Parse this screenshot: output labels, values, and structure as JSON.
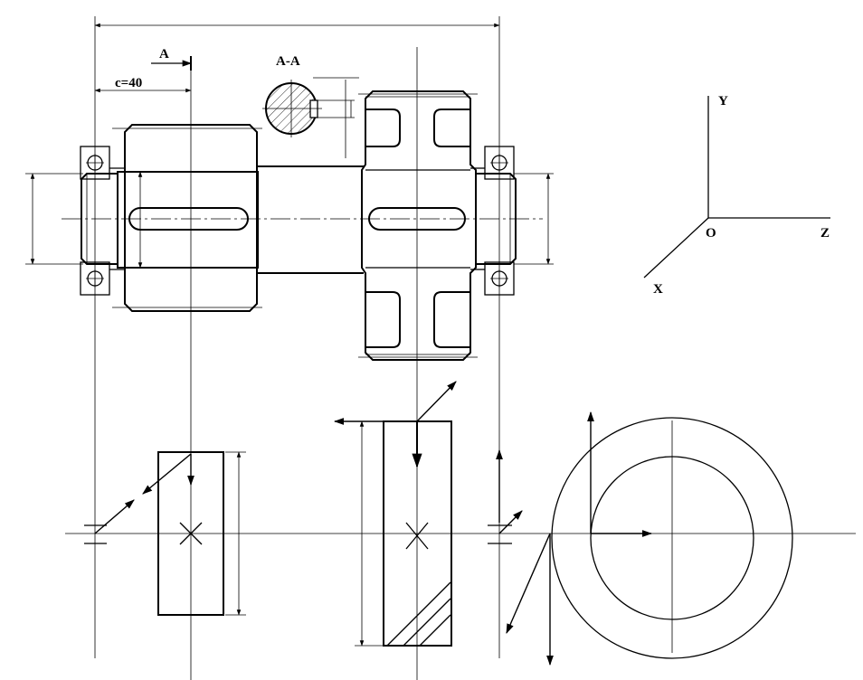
{
  "labels": {
    "section_mark": "A",
    "section_title": "A-A",
    "dimension_c": "c=40",
    "axis_y": "Y",
    "axis_z": "Z",
    "axis_x": "X",
    "axis_origin": "O"
  },
  "icons": [
    "arrow-icon",
    "bearing-icon",
    "crosshair-icon"
  ]
}
